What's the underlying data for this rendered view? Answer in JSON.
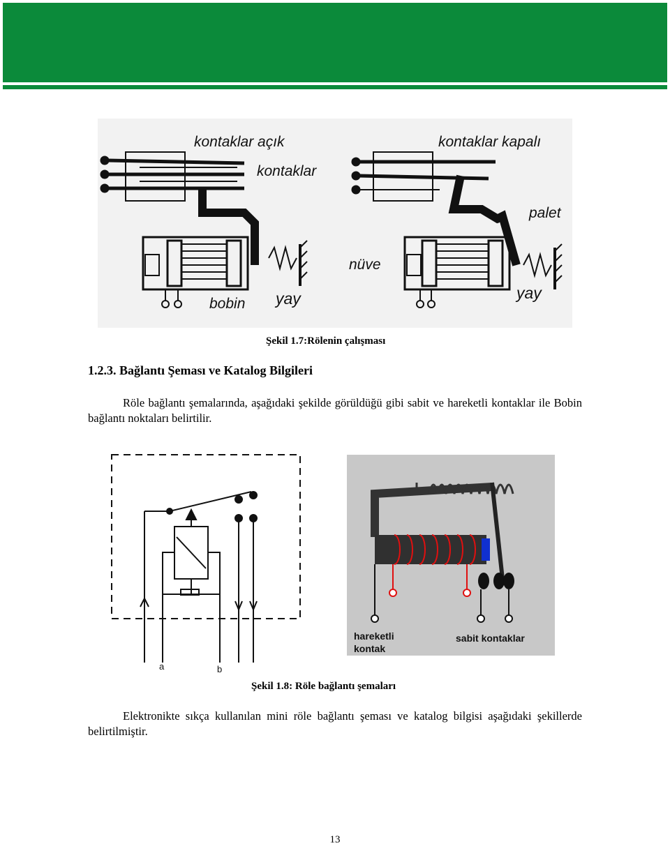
{
  "figure1": {
    "labels": {
      "open": "kontaklar açık",
      "contacts": "kontaklar",
      "closed": "kontaklar kapalı",
      "pallet": "palet",
      "core": "nüve",
      "spring_left": "yay",
      "spring_right": "yay",
      "coil": "bobin"
    },
    "caption": "Şekil 1.7:Rölenin çalışması"
  },
  "section": {
    "heading": "1.2.3. Bağlantı Şeması ve Katalog Bilgileri",
    "paragraph1": "Röle bağlantı şemalarında, aşağıdaki şekilde görüldüğü gibi sabit ve hareketli kontaklar ile Bobin bağlantı noktaları belirtilir."
  },
  "figure2": {
    "label_a": "a",
    "label_b": "b",
    "moving_contact_line1": "hareketli",
    "moving_contact_line2": "kontak",
    "fixed_contacts": "sabit kontaklar",
    "caption": "Şekil 1.8: Röle bağlantı şemaları"
  },
  "paragraph2": "Elektronikte sıkça kullanılan mini röle bağlantı şeması ve katalog bilgisi aşağıdaki şekillerde belirtilmiştir.",
  "page_number": "13",
  "colors": {
    "header_green": "#0b8a3a",
    "coil_red": "#e01010",
    "armature_blue": "#1030d0"
  }
}
